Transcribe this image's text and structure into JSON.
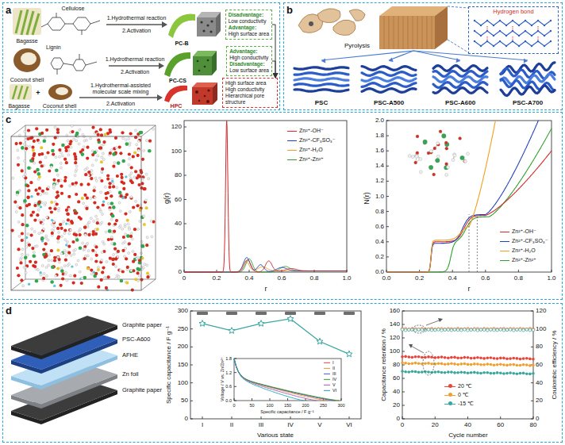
{
  "diagram": {
    "nodes": [
      {
        "text": [
          "a"
        ]
      },
      {
        "text": [
          "Disadvantage:",
          "Low conductivity",
          "Advantage:",
          "High surface area"
        ],
        "in": 0
      },
      {
        "text": [
          "Advantage:",
          "High conductivity",
          "Disadvantage:",
          "Low surface area"
        ],
        "in": 0
      },
      {
        "text": [
          "High surface area",
          "High conductivity",
          "Hierarchical pore structure"
        ],
        "in": 0
      },
      {
        "text": [
          "b"
        ]
      },
      {
        "text": [
          "Hydrogen bond"
        ],
        "in": 4
      },
      {
        "text": [
          "c"
        ]
      },
      {
        "text": [
          "d"
        ]
      }
    ],
    "edges": [
      {
        "from": 1,
        "to": 3,
        "arrow": "to"
      },
      {
        "from": 2,
        "to": 3,
        "arrow": "to"
      }
    ],
    "labels": [
      "Bagasse",
      "Cellulose",
      "1.Hydrothermal reaction",
      "2.Activation",
      "PC-B",
      "Lignin",
      "Coconut shell",
      "1.Hydrothermal reaction",
      "2.Activation",
      "PC-CS",
      "Bagasse",
      "+",
      "Coconut shell",
      "1.Hydrothermal-assisted molecular scale mixing",
      "2.Activation",
      "HPC",
      "Pyrolysis",
      "PSC",
      "PSC-A500",
      "PSC-A600",
      "PSC-A700",
      "0",
      "20",
      "40",
      "60",
      "80",
      "100",
      "120",
      "0",
      "0.2",
      "0.4",
      "0.6",
      "0.8",
      "1.0",
      "g(r)",
      "r",
      "0.0",
      "0.2",
      "0.4",
      "0.6",
      "0.8",
      "1.0",
      "1.2",
      "1.4",
      "1.6",
      "1.8",
      "2.0",
      "0.0",
      "0.2",
      "0.4",
      "0.6",
      "0.8",
      "1.0",
      "N(r)",
      "r",
      "Graphite paper",
      "PSC-A600",
      "AFHE",
      "Zn foil",
      "Graphite paper",
      "0",
      "50",
      "100",
      "150",
      "200",
      "250",
      "300",
      "I",
      "II",
      "III",
      "IV",
      "V",
      "VI",
      "Specific capacitance / F g⁻¹",
      "Various state",
      "0.0",
      "0.6",
      "1.2",
      "1.8",
      "0",
      "50",
      "100",
      "150",
      "200",
      "250",
      "300",
      "Voltage / V vs. Zn/Zn²⁺",
      "Specific capacitance / F g⁻¹",
      "0",
      "20",
      "40",
      "60",
      "80",
      "100",
      "120",
      "140",
      "160",
      "0",
      "20",
      "40",
      "60",
      "80",
      "100",
      "120",
      "0",
      "20",
      "40",
      "60",
      "80",
      "Capacitance retention / %",
      "Coulombic efficiency / %",
      "Cycle number"
    ],
    "legend": [
      {
        "text": "Zn²⁺-OH⁻"
      },
      {
        "text": "Zn²⁺-CF₃SO₃⁻"
      },
      {
        "text": "Zn²⁺-H₂O"
      },
      {
        "text": "Zn²⁺-Zn²⁺"
      },
      {
        "text": "Zn²⁺-OH⁻"
      },
      {
        "text": "Zn²⁺-CF₃SO₃⁻"
      },
      {
        "text": "Zn²⁺-H₂O"
      },
      {
        "text": "Zn²⁺-Zn²⁺"
      },
      {
        "text": "I"
      },
      {
        "text": "II"
      },
      {
        "text": "III"
      },
      {
        "text": "IV"
      },
      {
        "text": "V"
      },
      {
        "text": "VI"
      },
      {
        "text": "20 ℃"
      },
      {
        "text": "0 ℃"
      },
      {
        "text": "-15 ℃"
      }
    ]
  }
}
